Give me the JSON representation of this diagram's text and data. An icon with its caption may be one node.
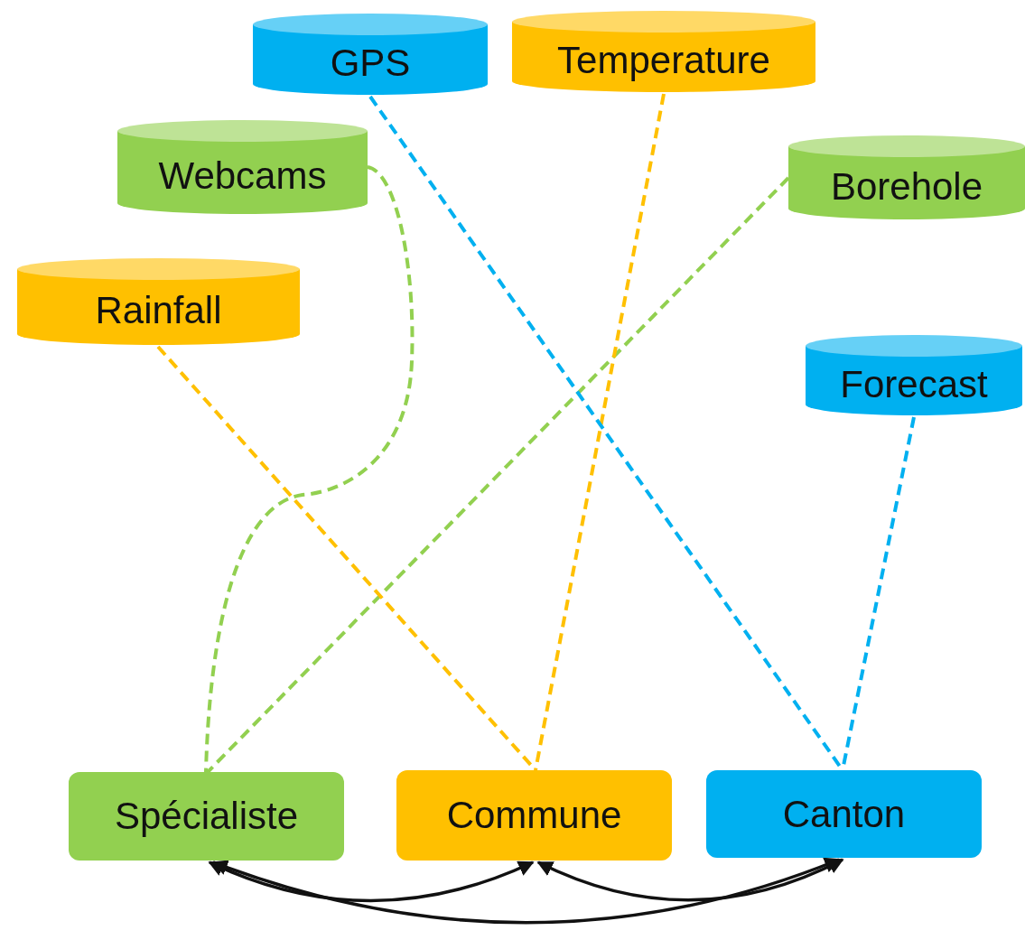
{
  "diagram": {
    "nodes": [
      {
        "text": [
          "GPS"
        ]
      },
      {
        "text": [
          "Temperature"
        ]
      },
      {
        "text": [
          "Webcams"
        ]
      },
      {
        "text": [
          "Borehole"
        ]
      },
      {
        "text": [
          "Rainfall"
        ]
      },
      {
        "text": [
          "Forecast"
        ]
      },
      {
        "text": [
          "Spécialiste"
        ]
      },
      {
        "text": [
          "Commune"
        ]
      },
      {
        "text": [
          "Canton"
        ]
      }
    ],
    "edges": [
      {
        "from": 2,
        "to": 6,
        "arrow": "none",
        "style": "dashed",
        "color": "#92d050"
      },
      {
        "from": 3,
        "to": 6,
        "arrow": "none",
        "style": "dashed",
        "color": "#92d050"
      },
      {
        "from": 4,
        "to": 7,
        "arrow": "none",
        "style": "dashed",
        "color": "#ffc000"
      },
      {
        "from": 1,
        "to": 7,
        "arrow": "none",
        "style": "dashed",
        "color": "#ffc000"
      },
      {
        "from": 0,
        "to": 8,
        "arrow": "none",
        "style": "dashed",
        "color": "#00b0f0"
      },
      {
        "from": 5,
        "to": 8,
        "arrow": "none",
        "style": "dashed",
        "color": "#00b0f0"
      },
      {
        "from": 6,
        "to": 7,
        "arrow": "both"
      },
      {
        "from": 7,
        "to": 8,
        "arrow": "both"
      },
      {
        "from": 6,
        "to": 8,
        "arrow": "both"
      }
    ]
  }
}
